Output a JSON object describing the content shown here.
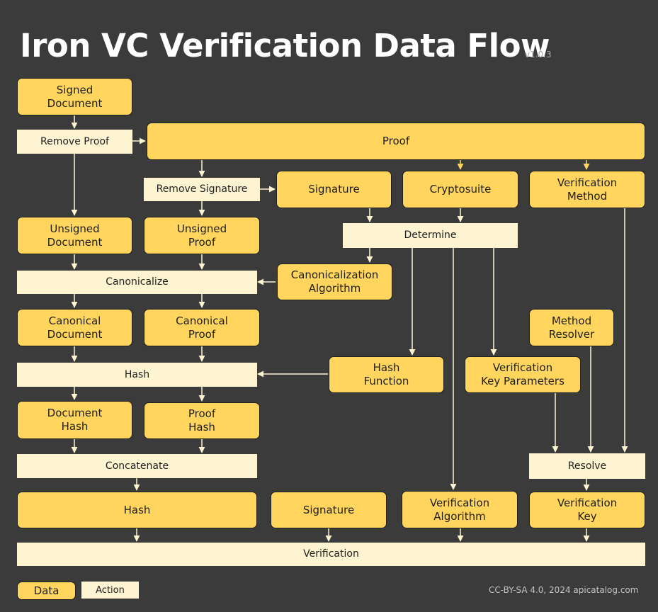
{
  "header": {
    "title": "Iron VC Verification Data Flow",
    "version": "v1.0.3"
  },
  "nodes": {
    "signed_document": "Signed\nDocument",
    "remove_proof": "Remove Proof",
    "proof": "Proof",
    "remove_signature": "Remove Signature",
    "signature_top": "Signature",
    "cryptosuite": "Cryptosuite",
    "verification_method": "Verification\nMethod",
    "unsigned_document": "Unsigned\nDocument",
    "unsigned_proof": "Unsigned\nProof",
    "determine": "Determine",
    "canonicalize": "Canonicalize",
    "canonicalization_algorithm": "Canonicalization\nAlgorithm",
    "canonical_document": "Canonical\nDocument",
    "canonical_proof": "Canonical\nProof",
    "method_resolver": "Method\nResolver",
    "hash_action": "Hash",
    "hash_function": "Hash\nFunction",
    "verification_key_parameters": "Verification\nKey Parameters",
    "document_hash": "Document\nHash",
    "proof_hash": "Proof\nHash",
    "concatenate": "Concatenate",
    "resolve": "Resolve",
    "hash_data": "Hash",
    "signature_bottom": "Signature",
    "verification_algorithm": "Verification\nAlgorithm",
    "verification_key": "Verification\nKey",
    "verification": "Verification"
  },
  "legend": {
    "data_label": "Data",
    "action_label": "Action"
  },
  "footer": {
    "credit": "CC-BY-SA 4.0,  2024 apicatalog.com"
  },
  "colors": {
    "background": "#3b3b3b",
    "data_fill": "#ffd55e",
    "action_fill": "#fff4d2",
    "arrow": "#fff4d2",
    "arrow_to_proof_row": "#ffd55e"
  }
}
